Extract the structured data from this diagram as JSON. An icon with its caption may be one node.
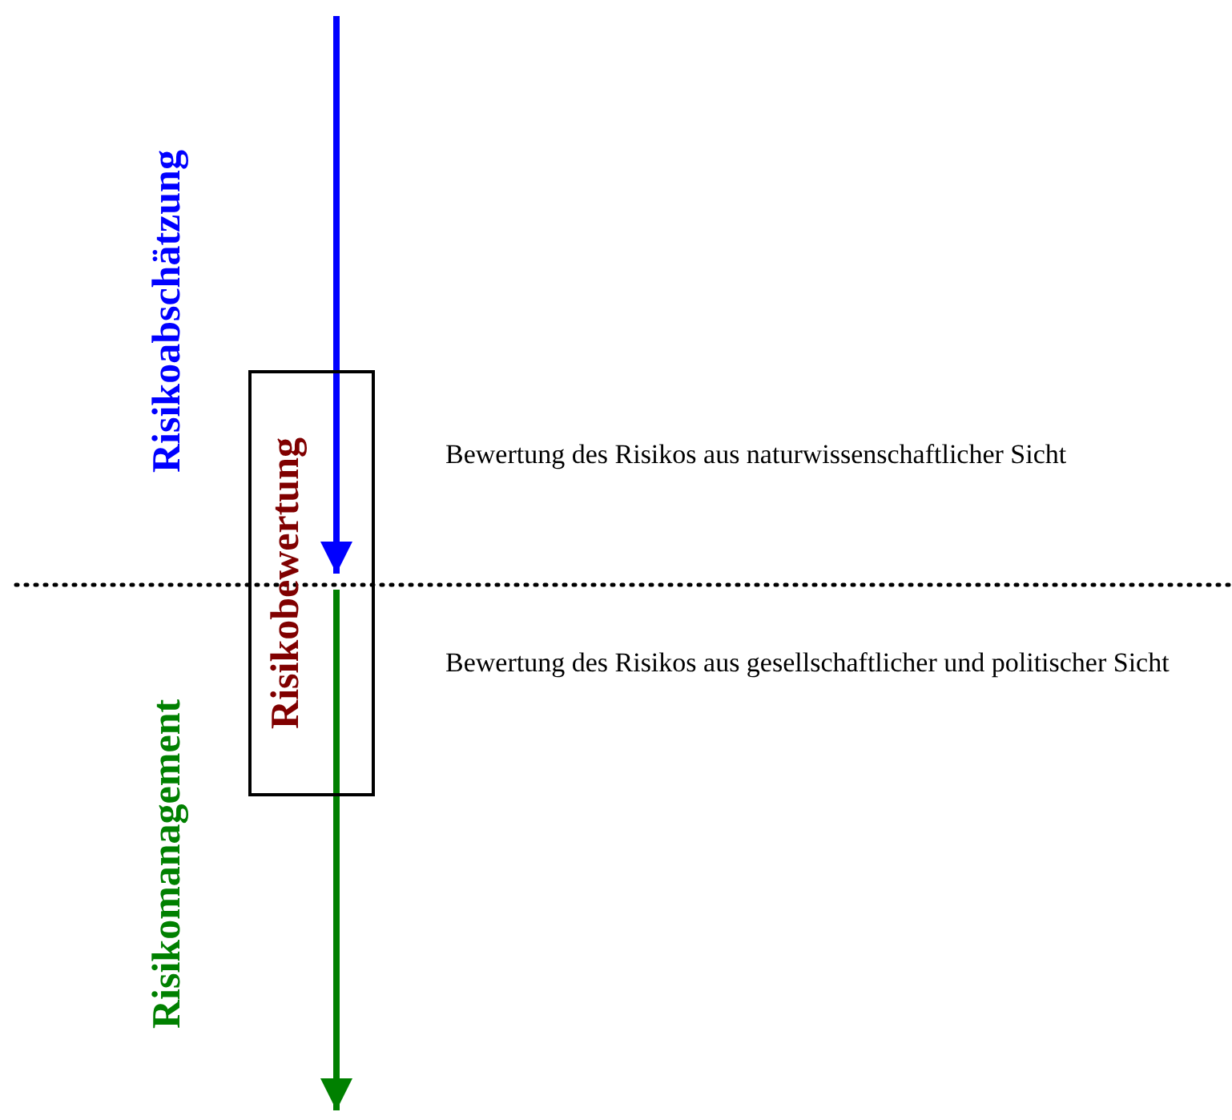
{
  "diagram": {
    "nodes": [
      {
        "text": [
          "Risikobewertung"
        ]
      }
    ],
    "labels": [
      "Risikoabschätzung",
      "Bewertung des Risikos aus naturwissenschaftlicher Sicht",
      "Risikomanagement",
      "Bewertung des Risikos aus gesellschaftlicher und politischer Sicht"
    ]
  }
}
